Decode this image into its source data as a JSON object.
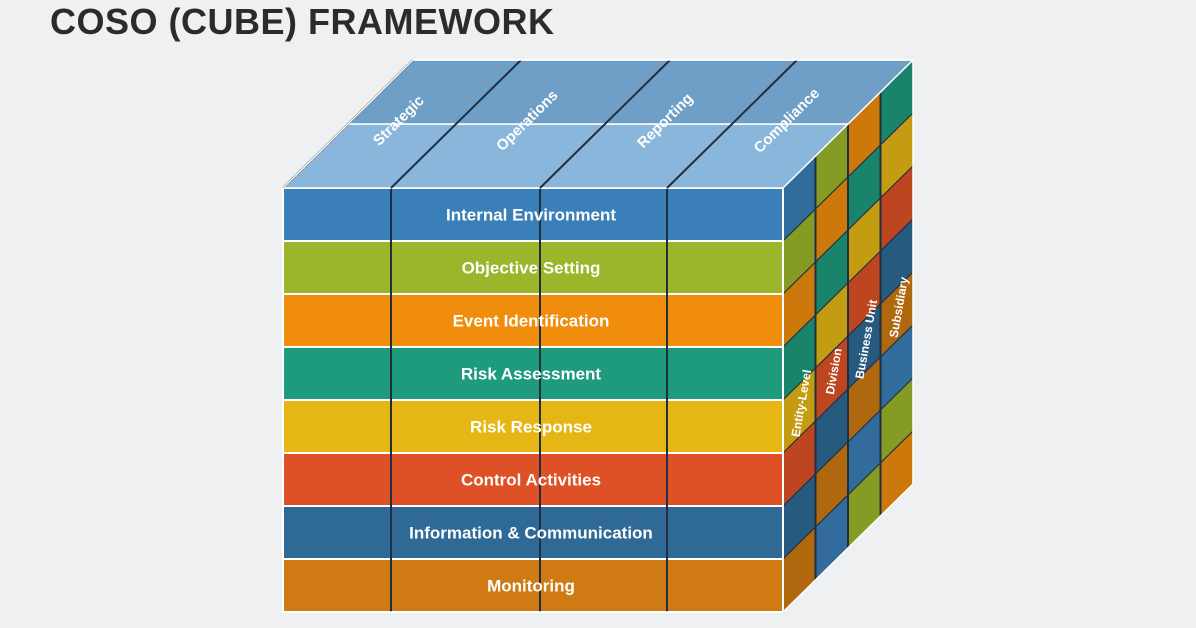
{
  "title": "COSO (CUBE) FRAMEWORK",
  "objectives": [
    "Strategic",
    "Operations",
    "Reporting",
    "Compliance"
  ],
  "components": [
    {
      "label": "Internal Environment",
      "color": "#3a7fb7"
    },
    {
      "label": "Objective Setting",
      "color": "#9bb62a"
    },
    {
      "label": "Event Identification",
      "color": "#f08d0c"
    },
    {
      "label": "Risk Assessment",
      "color": "#1e9b7d"
    },
    {
      "label": "Risk Response",
      "color": "#e6b714"
    },
    {
      "label": "Control Activities",
      "color": "#de5126"
    },
    {
      "label": "Information & Communication",
      "color": "#2e6a95"
    },
    {
      "label": "Monitoring",
      "color": "#cf7a12"
    }
  ],
  "entity_levels": [
    "Entity-Level",
    "Division",
    "Business Unit",
    "Subsidiary"
  ],
  "colors": {
    "top_face": "#89b6da",
    "top_face_dark": "#6f9fc6",
    "divider": "#1f2f3f"
  }
}
